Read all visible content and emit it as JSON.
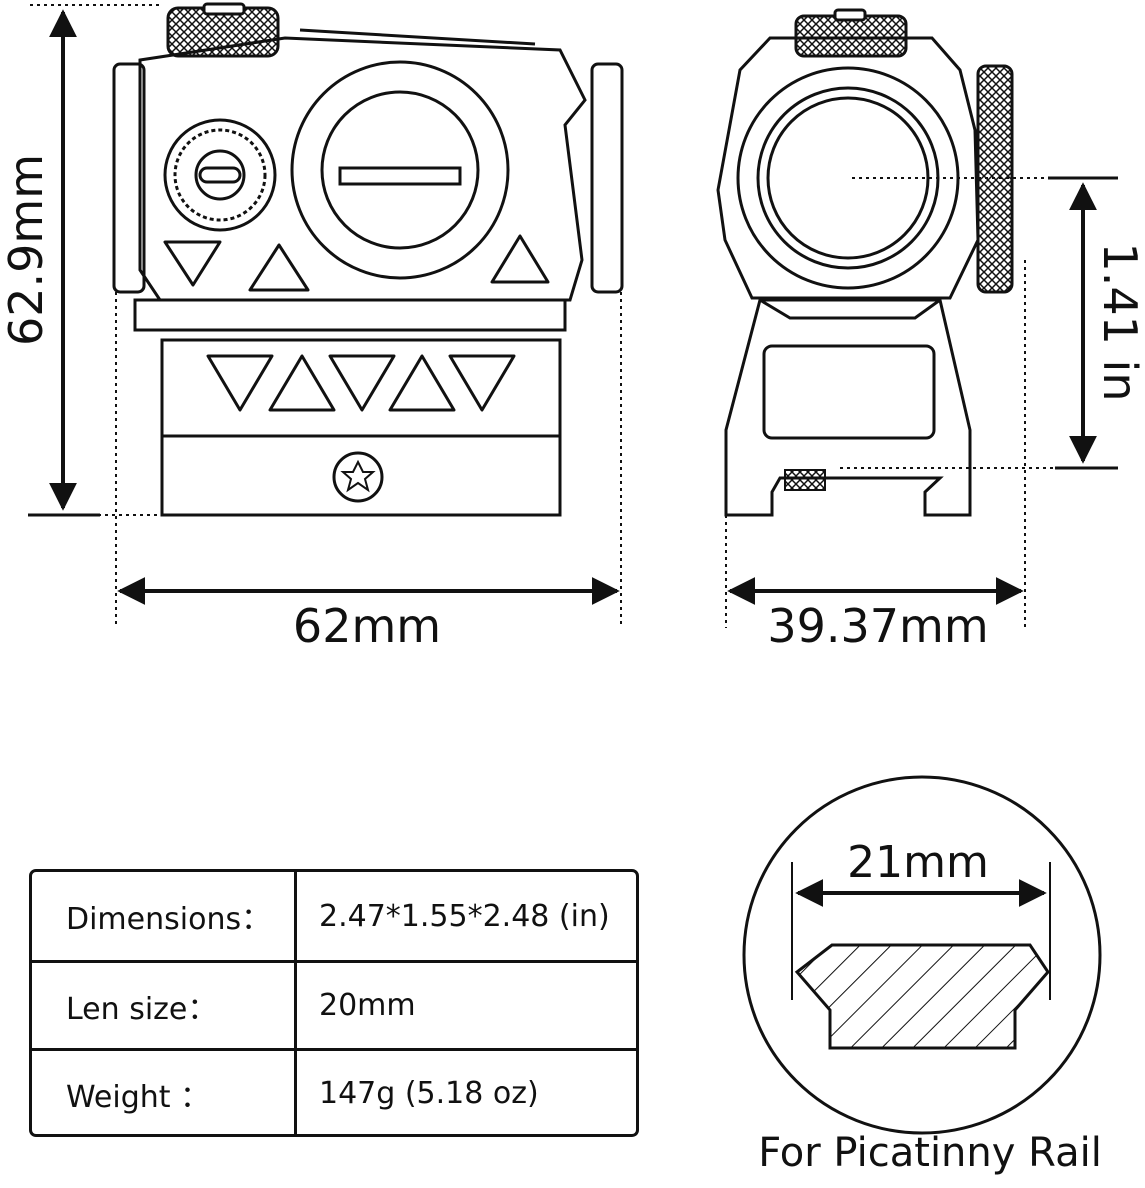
{
  "dimensions": {
    "height": "62.9mm",
    "width": "62mm",
    "depth": "39.37mm",
    "axis_height": "1.41 in",
    "rail_width": "21mm"
  },
  "specs": [
    {
      "label": "Dimensions：",
      "value": "2.47*1.55*2.48 (in)"
    },
    {
      "label": "Len size：",
      "value": "20mm"
    },
    {
      "label": "Weight ：",
      "value": "147g (5.18 oz)"
    }
  ],
  "rail_caption": "For Picatinny Rail",
  "colors": {
    "line": "#111111",
    "background": "#ffffff"
  }
}
